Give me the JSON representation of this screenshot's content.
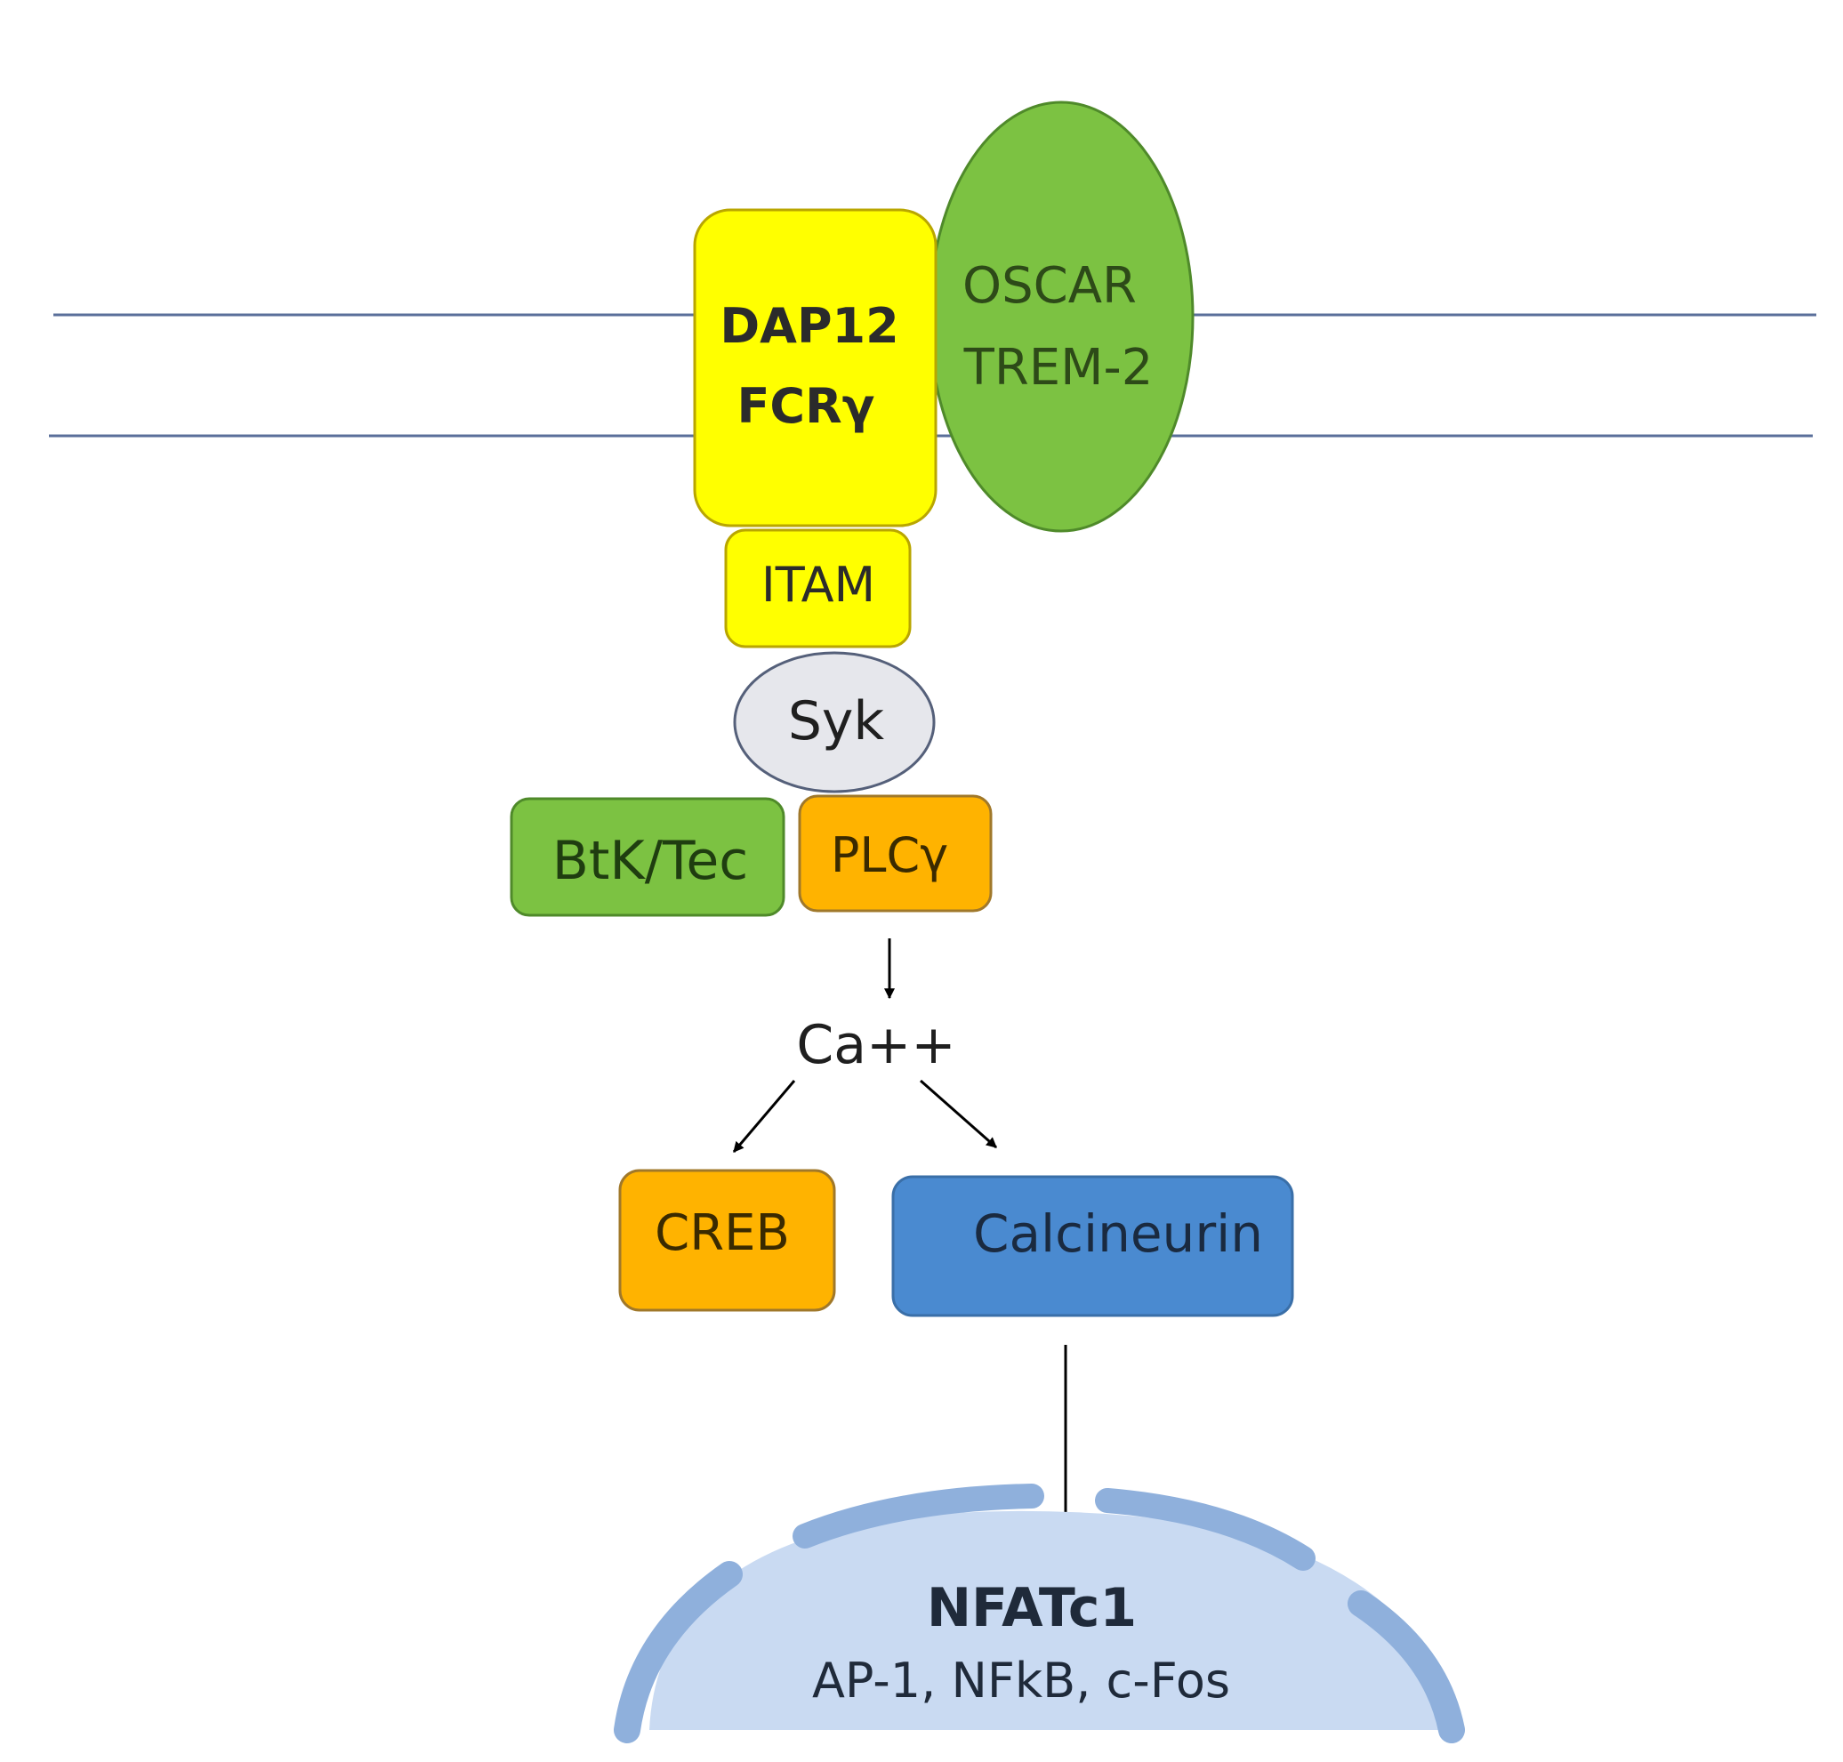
{
  "diagram": {
    "receptor_adaptor": {
      "line1": "DAP12",
      "line2": "FCRγ"
    },
    "receptor": {
      "line1": "OSCAR",
      "line2": "TREM-2"
    },
    "itam": "ITAM",
    "syk": "Syk",
    "btk_tec": "BtK/Tec",
    "plc_gamma": "PLCγ",
    "calcium": "Ca++",
    "creb": "CREB",
    "calcineurin": "Calcineurin",
    "nucleus": {
      "title": "NFATc1",
      "subtitle": "AP-1, NFkB, c-Fos"
    }
  },
  "colors": {
    "membrane_line": "#5a6f9a",
    "yellow_fill": "#ffff00",
    "yellow_stroke": "#b9a600",
    "green_fill": "#7cc242",
    "green_stroke": "#4f8a2a",
    "grey_fill": "#e6e7ec",
    "orange_fill": "#ffb300",
    "orange_stroke": "#a0782a",
    "blue_fill": "#4a8ad0",
    "blue_stroke": "#3a6fa8",
    "nucleus_fill": "#c9daf2",
    "envelope_fill": "#8fb0dc"
  }
}
